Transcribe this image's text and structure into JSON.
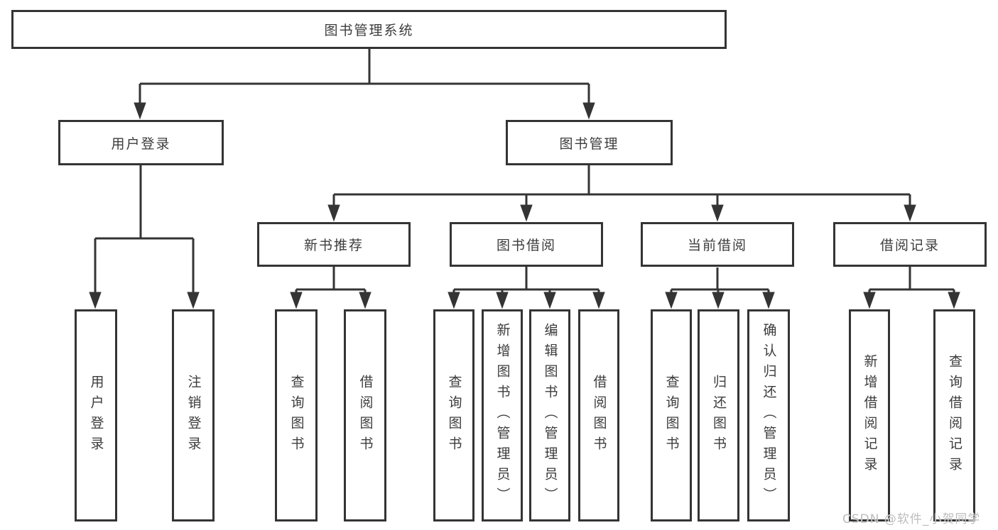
{
  "labels": {
    "root": "图书管理系统",
    "user_login": "用户登录",
    "book_management": "图书管理",
    "new_book_recommend": "新书推荐",
    "book_borrowing": "图书借阅",
    "current_borrowing": "当前借阅",
    "borrowing_records": "借阅记录",
    "leaf_user_login": "用户登录",
    "leaf_logout": "注销登录",
    "recommend_query_books": "查询图书",
    "recommend_borrow_books": "借阅图书",
    "borrowing_query_books": "查询图书",
    "borrowing_add_books": "新增图书（管理员）",
    "borrowing_edit_books": "编辑图书（管理员）",
    "borrowing_borrow_books": "借阅图书",
    "current_query_books": "查询图书",
    "current_return_books": "归还图书",
    "current_confirm_return": "确认归还（管理员）",
    "records_add_record": "新增借阅记录",
    "records_query_record": "查询借阅记录"
  },
  "watermark": {
    "text": "CSDN @软件_小贺同学"
  },
  "colors": {
    "line": "#343434",
    "text": "#3c3c3c",
    "background": "#ffffff",
    "watermark": "#bdbdbd"
  }
}
